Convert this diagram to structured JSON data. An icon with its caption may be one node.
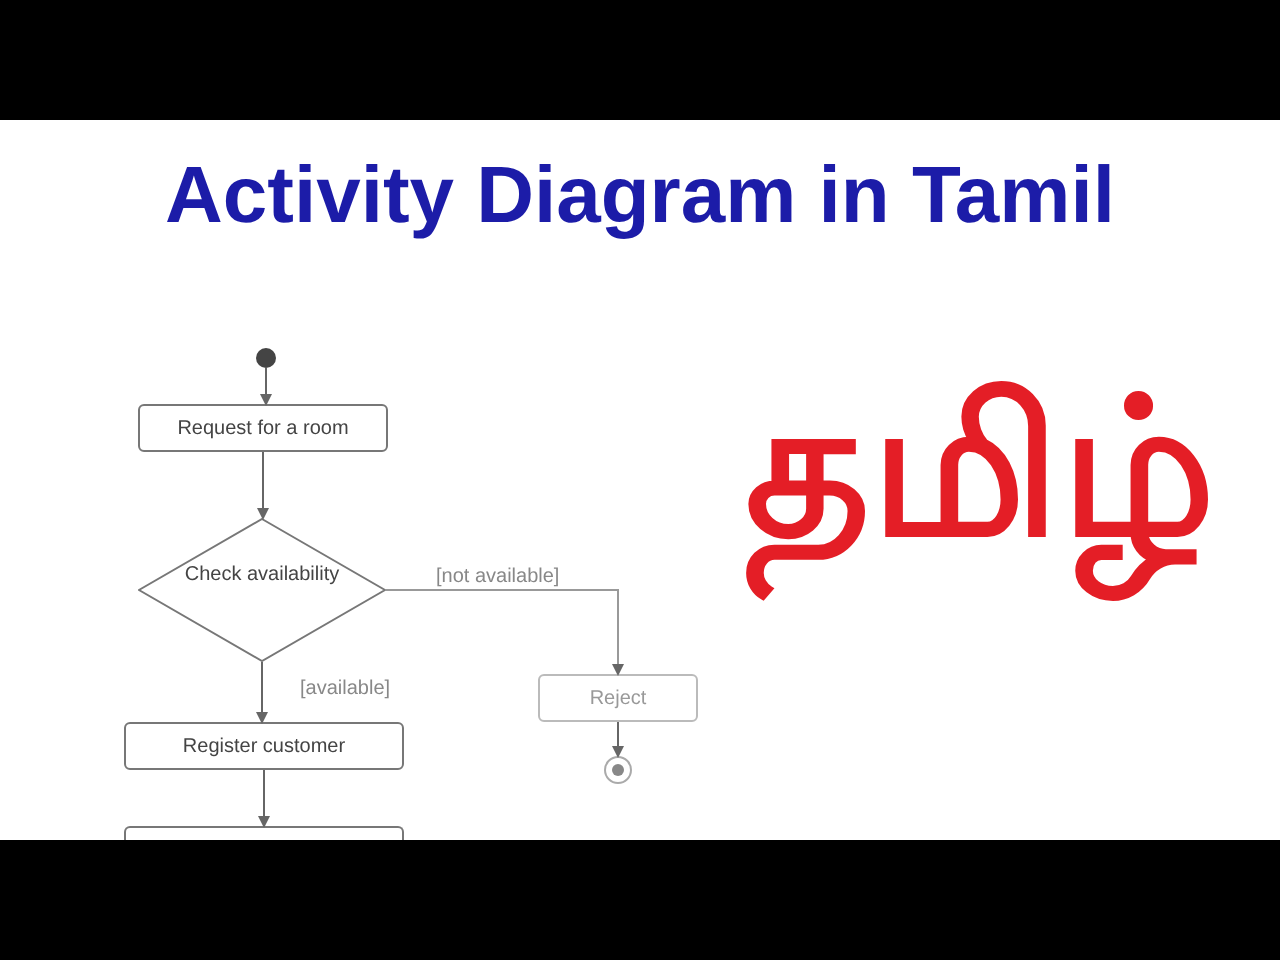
{
  "diagram": {
    "title": "Activity Diagram in Tamil",
    "nodes": [
      {
        "text": [],
        "shape": "circle"
      },
      {
        "text": [
          "Request for a room"
        ]
      },
      {
        "text": [
          "Check availability"
        ]
      },
      {
        "text": [
          "Reject"
        ]
      },
      {
        "text": [],
        "shape": "circle"
      },
      {
        "text": [
          "Register customer"
        ]
      },
      {
        "text": [],
        "shape": "box"
      }
    ],
    "edges": [
      {
        "from": 0,
        "to": 1,
        "arrow": "to"
      },
      {
        "from": 1,
        "to": 2,
        "arrow": "to"
      },
      {
        "from": 2,
        "to": 3,
        "arrow": "to",
        "label": "[not available]"
      },
      {
        "from": 3,
        "to": 4,
        "arrow": "to"
      },
      {
        "from": 2,
        "to": 5,
        "arrow": "to",
        "label": "[available]"
      },
      {
        "from": 5,
        "to": 6,
        "arrow": "to"
      }
    ],
    "labels": [
      "தமிழ்"
    ]
  }
}
